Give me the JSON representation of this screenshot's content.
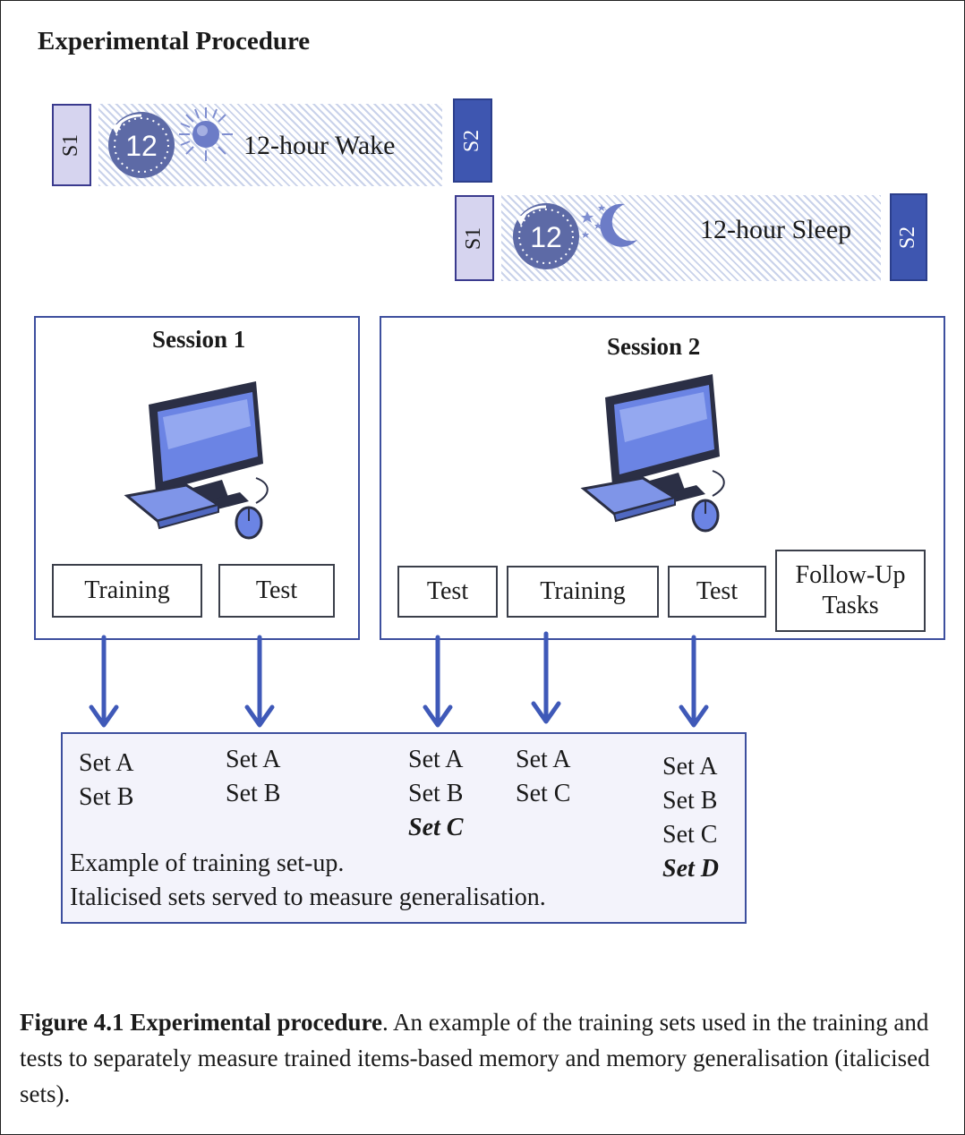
{
  "title": "Experimental Procedure",
  "timeline": {
    "wake": {
      "s1": "S1",
      "clock": "12",
      "label": "12-hour Wake",
      "s2": "S2",
      "icon": "sun-icon"
    },
    "sleep": {
      "s1": "S1",
      "clock": "12",
      "label": "12-hour Sleep",
      "s2": "S2",
      "icon": "moon-icon"
    }
  },
  "session1": {
    "title": "Session 1",
    "steps": [
      "Training",
      "Test"
    ]
  },
  "session2": {
    "title": "Session 2",
    "steps": [
      "Test",
      "Training",
      "Test",
      "Follow-Up Tasks"
    ]
  },
  "sets": {
    "columns": [
      {
        "items": [
          "Set A",
          "Set B"
        ],
        "italic": []
      },
      {
        "items": [
          "Set A",
          "Set B"
        ],
        "italic": []
      },
      {
        "items": [
          "Set A",
          "Set B",
          "Set C"
        ],
        "italic": [
          "Set C"
        ]
      },
      {
        "items": [
          "Set A",
          "Set C"
        ],
        "italic": []
      },
      {
        "items": [
          "Set A",
          "Set B",
          "Set C",
          "Set D"
        ],
        "italic": [
          "Set D"
        ]
      }
    ],
    "note_line1": "Example of training set-up.",
    "note_line2": "Italicised sets served to measure generalisation."
  },
  "caption": {
    "bold": "Figure 4.1 Experimental procedure",
    "text": ". An example of the training sets used in the training and tests to separately measure trained items-based memory and memory generalisation (italicised sets)."
  },
  "colors": {
    "accent": "#3d4f9e",
    "arrow": "#3f59b8",
    "s2_fill": "#3e56b0",
    "s1_fill": "#d6d4ef"
  }
}
